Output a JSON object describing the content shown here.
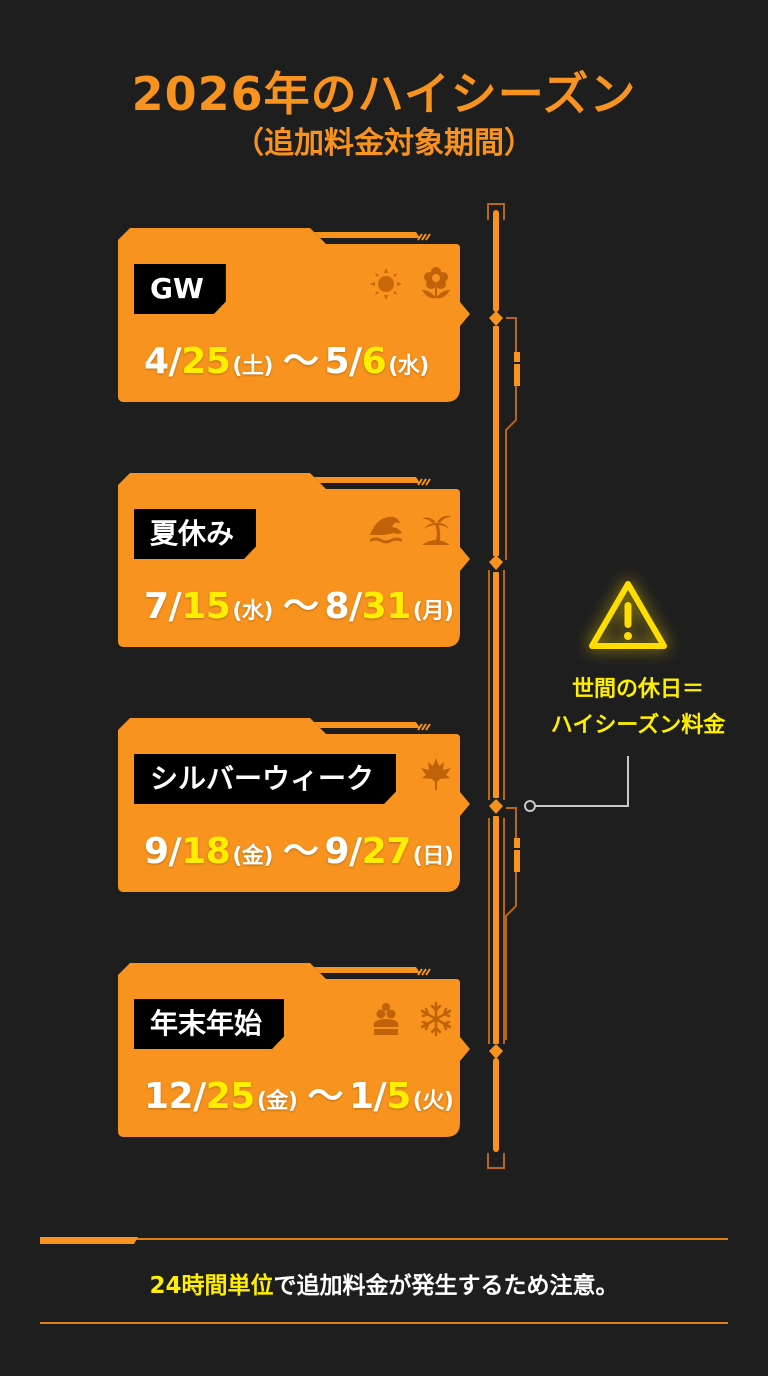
{
  "header": {
    "title": "2026年のハイシーズン",
    "subtitle": "（追加料金対象期間）"
  },
  "colors": {
    "background": "#1e1e1e",
    "accent_orange": "#f7931e",
    "highlight_yellow": "#ffee00",
    "label_bg": "#000000",
    "icon_brown": "#c0650a"
  },
  "periods": [
    {
      "label": "GW",
      "start_month": "4/",
      "start_day": "25",
      "start_dow": "(土)",
      "tilde": "～",
      "end_month": "5/",
      "end_day": "6",
      "end_dow": "(水)",
      "icons": [
        "sun-icon",
        "flower-icon"
      ]
    },
    {
      "label": "夏休み",
      "start_month": "7/",
      "start_day": "15",
      "start_dow": "(水)",
      "tilde": "～",
      "end_month": "8/",
      "end_day": "31",
      "end_dow": "(月)",
      "icons": [
        "wave-icon",
        "palm-tree-icon"
      ]
    },
    {
      "label": "シルバーウィーク",
      "start_month": "9/",
      "start_day": "18",
      "start_dow": "(金)",
      "tilde": "～",
      "end_month": "9/",
      "end_day": "27",
      "end_dow": "(日)",
      "icons": [
        "maple-leaf-icon"
      ]
    },
    {
      "label": "年末年始",
      "start_month": "12/",
      "start_day": "25",
      "start_dow": "(金)",
      "tilde": "～",
      "end_month": "1/",
      "end_day": "5",
      "end_dow": "(火)",
      "icons": [
        "kagami-mochi-icon",
        "snowflake-icon"
      ]
    }
  ],
  "callout": {
    "icon": "warning-icon",
    "line1": "世間の休日＝",
    "line2": "ハイシーズン料金"
  },
  "footer": {
    "highlight": "24時間単位",
    "text": "で追加料金が発生するため注意。"
  }
}
